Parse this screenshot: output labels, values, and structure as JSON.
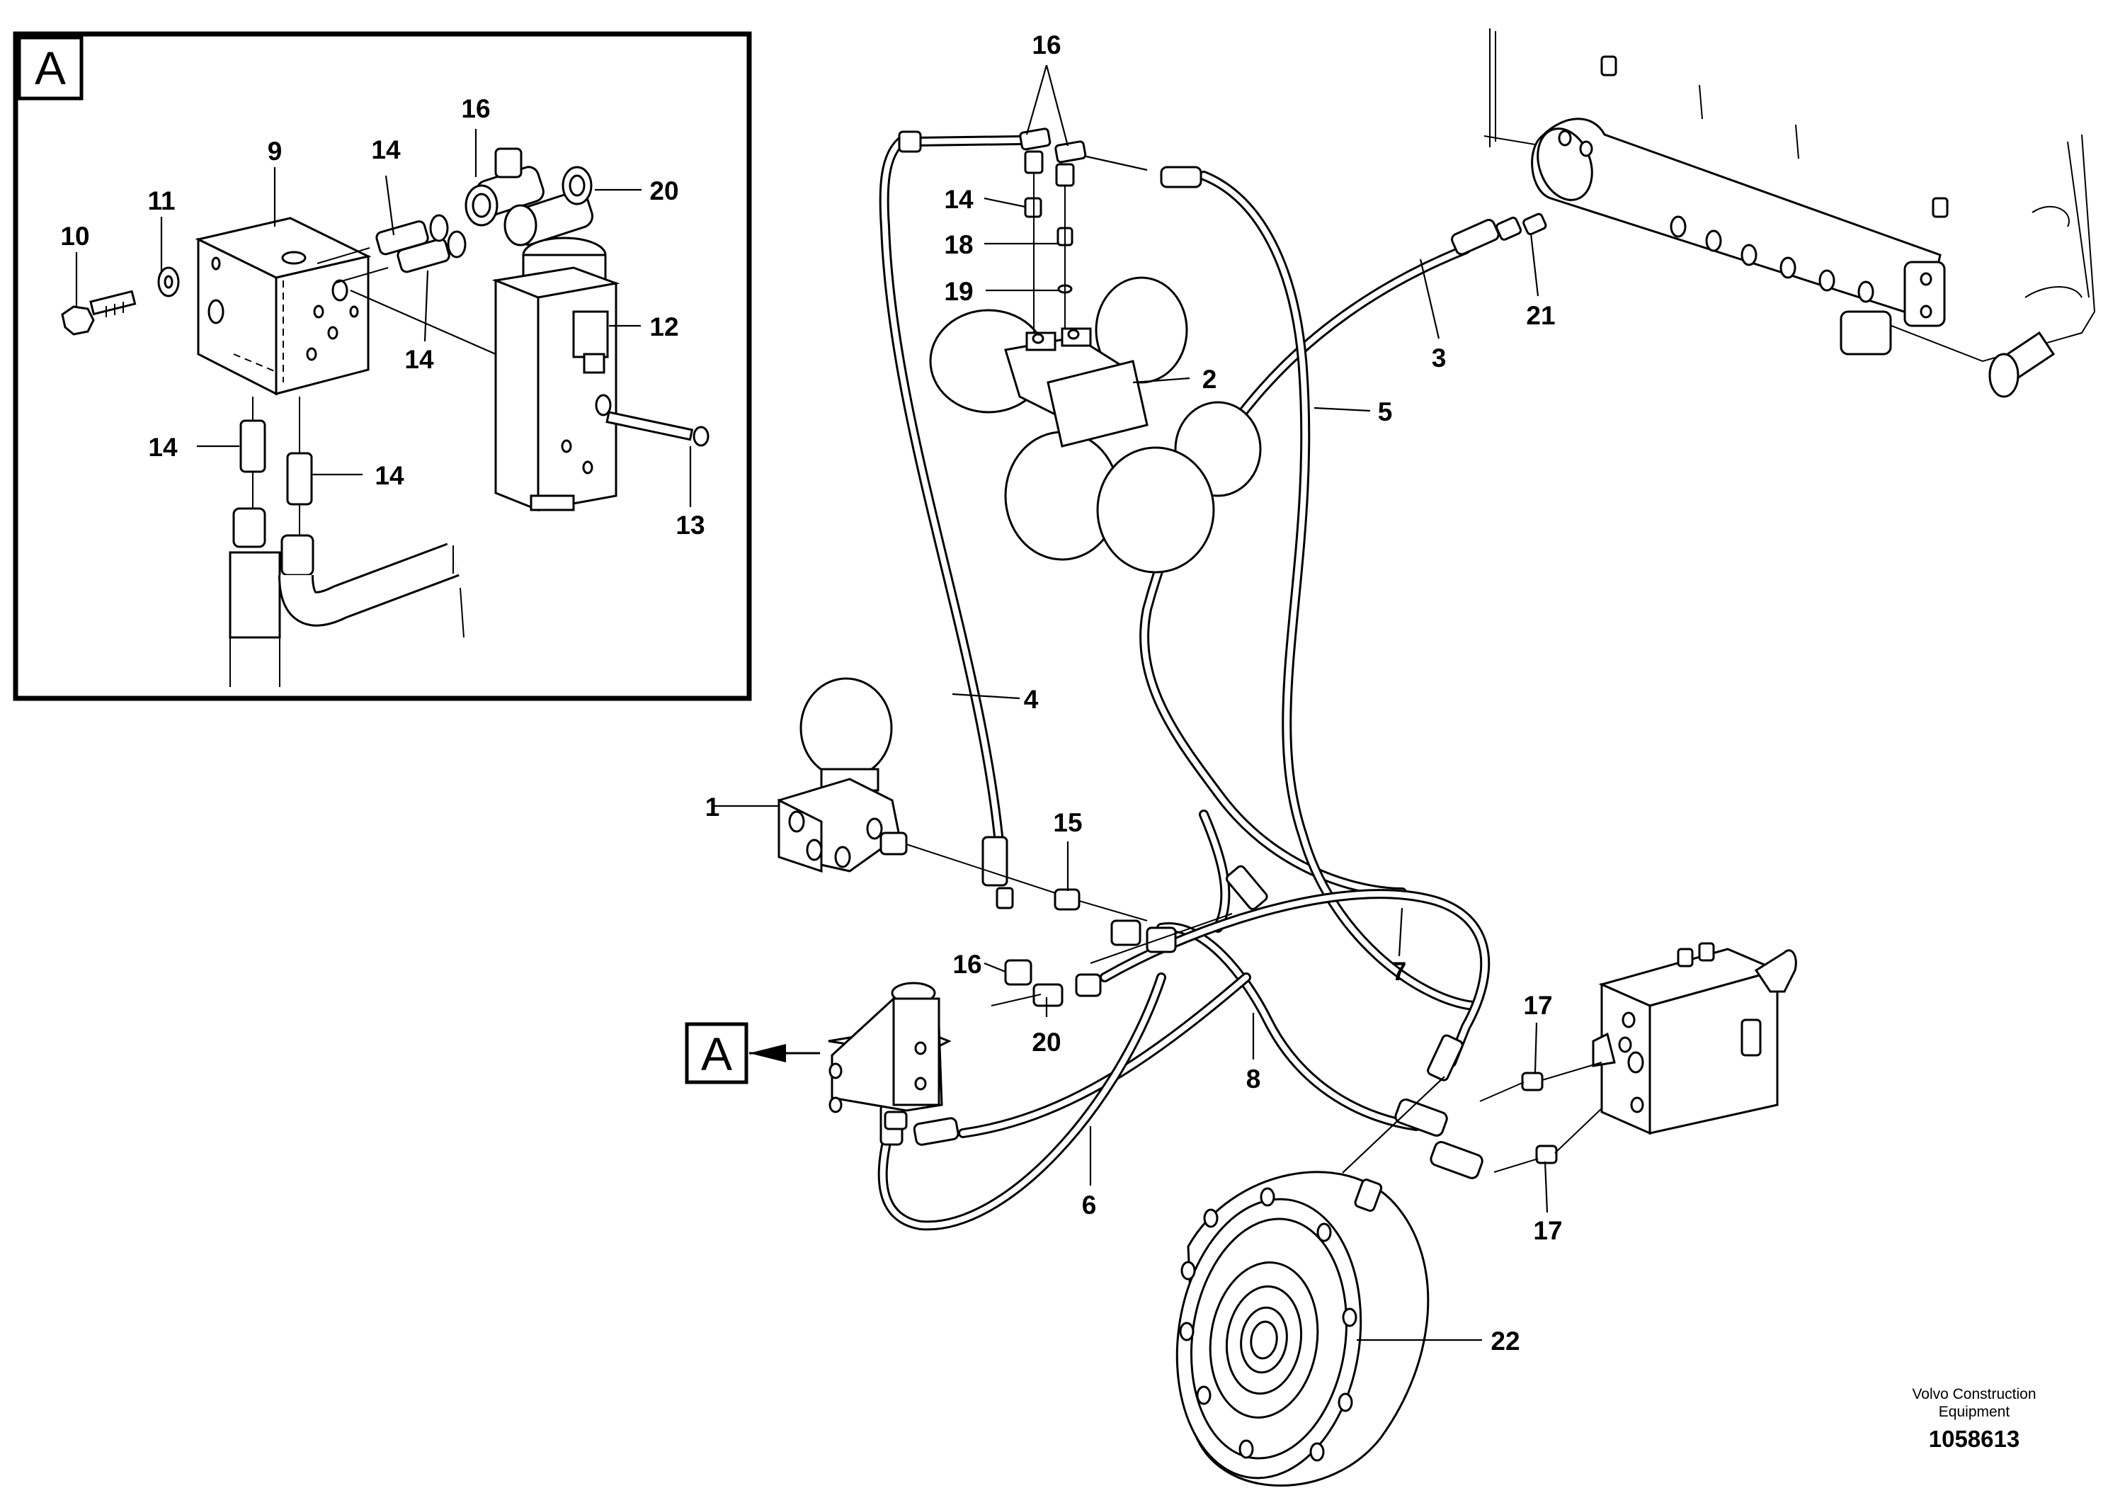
{
  "detail_label": "A",
  "reference_label": "A",
  "callouts": {
    "c1": "1",
    "c2": "2",
    "c3": "3",
    "c4": "4",
    "c5": "5",
    "c6": "6",
    "c7": "7",
    "c8": "8",
    "c9": "9",
    "c10": "10",
    "c11": "11",
    "c12": "12",
    "c13": "13",
    "c14a": "14",
    "c14b": "14",
    "c14c": "14",
    "c14d": "14",
    "c14e": "14",
    "c15": "15",
    "c16a": "16",
    "c16b": "16",
    "c16c": "16",
    "c17a": "17",
    "c17b": "17",
    "c18": "18",
    "c19": "19",
    "c20a": "20",
    "c20b": "20",
    "c21": "21",
    "c22": "22"
  },
  "footer": {
    "brand_line1": "Volvo Construction",
    "brand_line2": "Equipment",
    "doc_number": "1058613"
  }
}
